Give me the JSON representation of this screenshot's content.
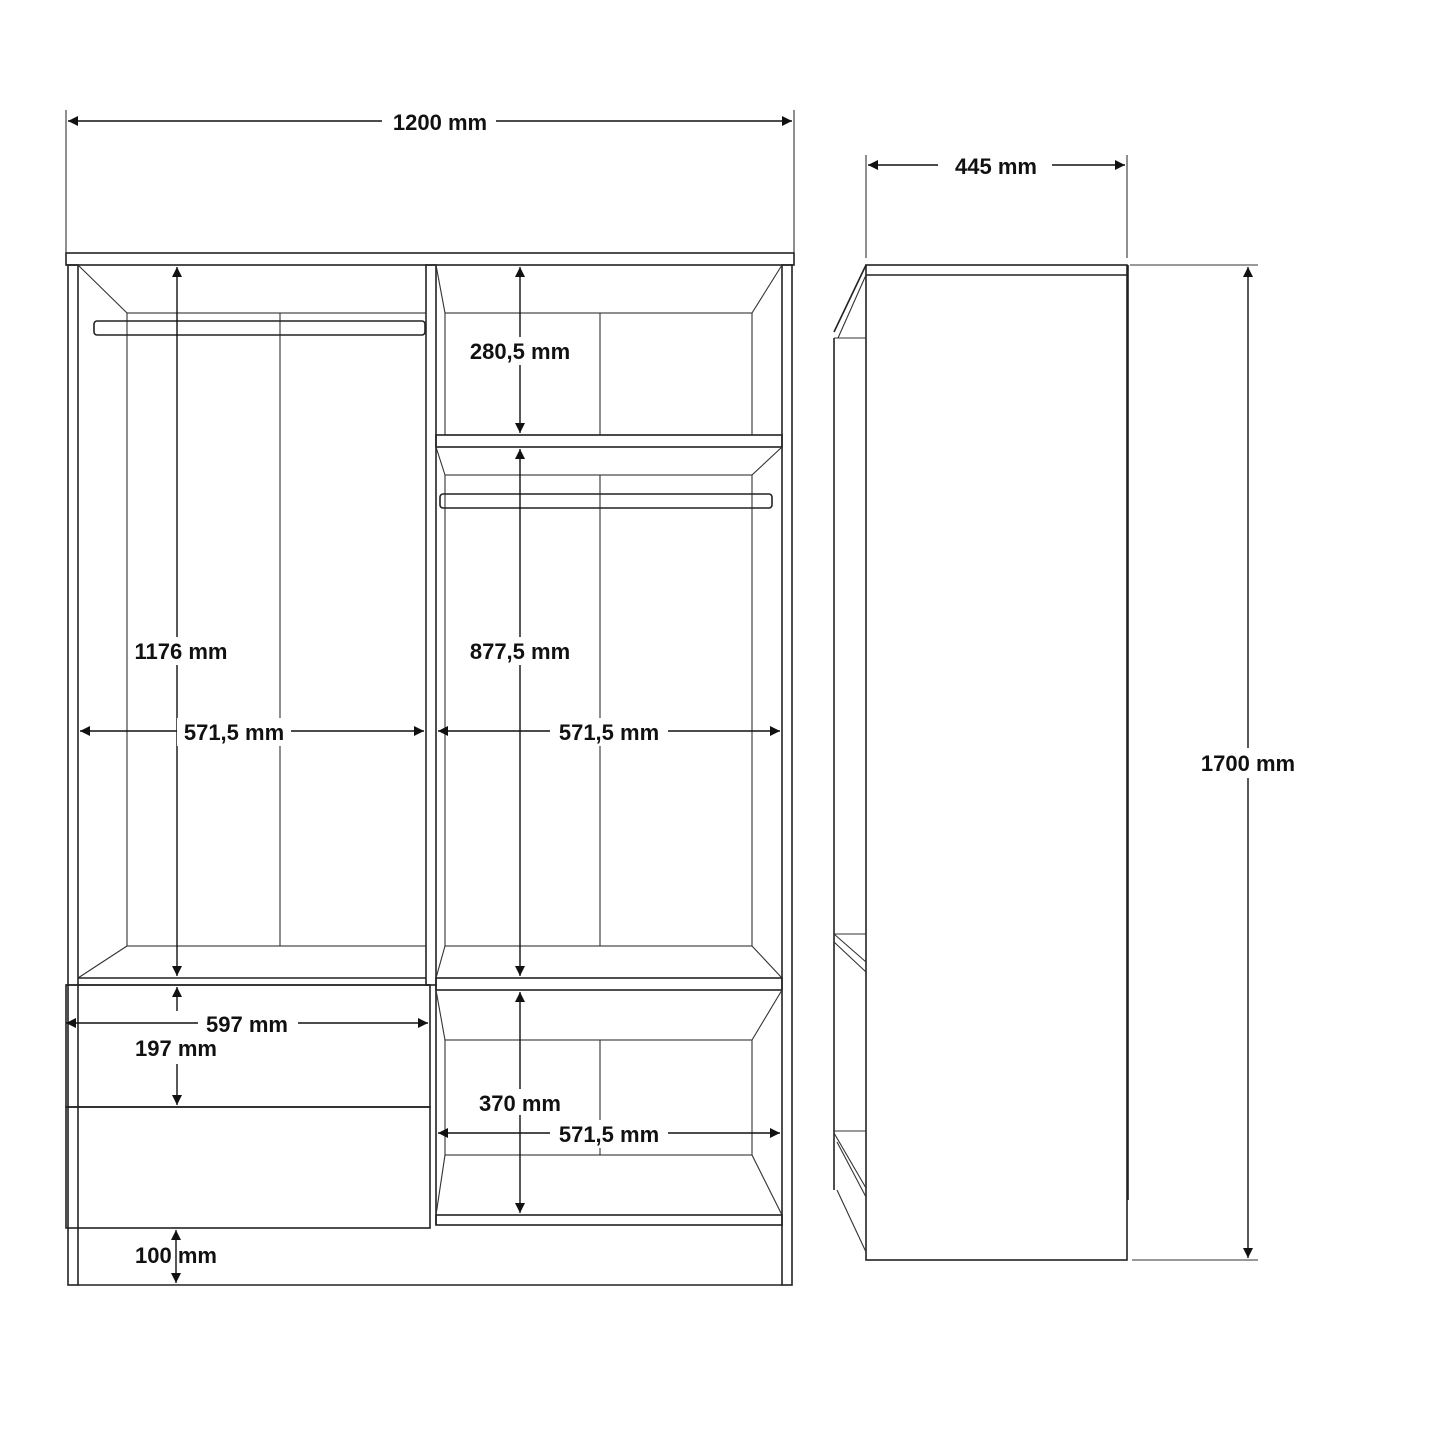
{
  "front_view": {
    "total_width": "1200 mm",
    "left_hanging_height": "1176 mm",
    "left_inner_width": "571,5 mm",
    "right_top_height": "280,5 mm",
    "right_hanging_height": "877,5 mm",
    "right_inner_width": "571,5 mm",
    "drawer_width": "597 mm",
    "drawer_height": "197 mm",
    "bottom_shelf_height": "370 mm",
    "bottom_shelf_width": "571,5 mm",
    "plinth_height": "100 mm"
  },
  "side_view": {
    "depth": "445 mm",
    "total_height": "1700 mm"
  }
}
